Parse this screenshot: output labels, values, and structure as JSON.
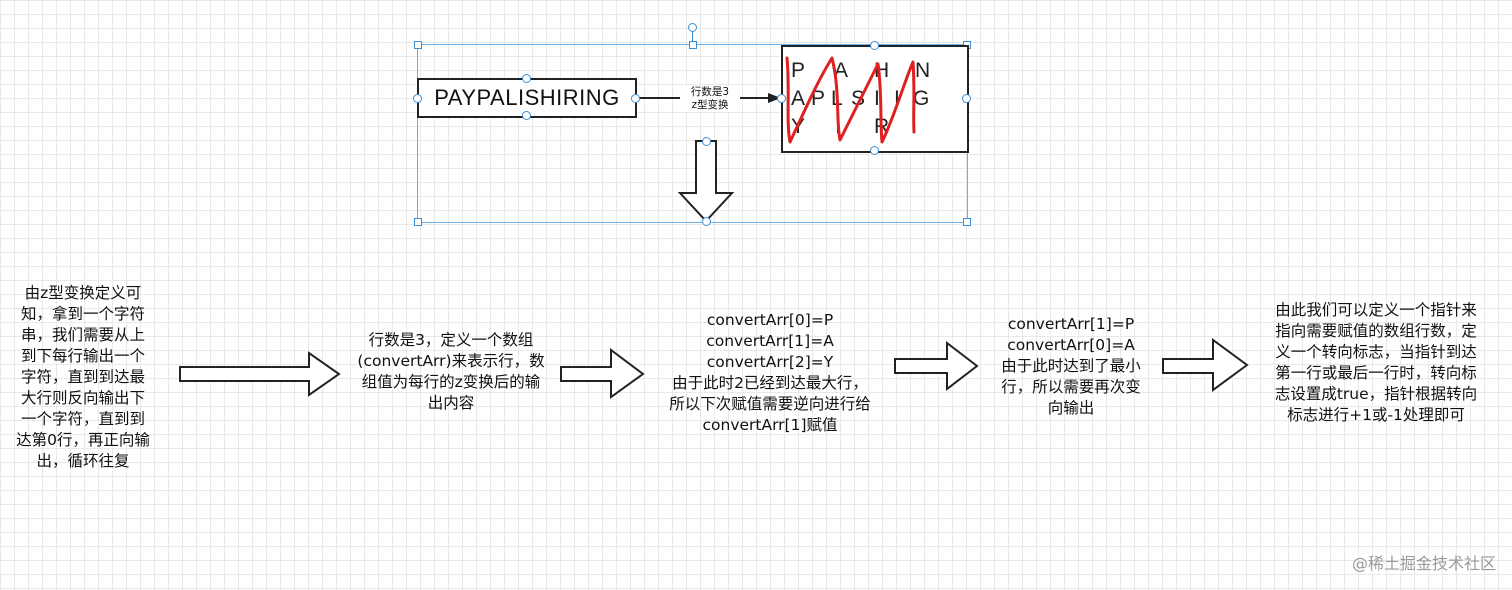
{
  "source_string": "PAYPALISHIRING",
  "edge_label": [
    "行数是3",
    "z型变换"
  ],
  "result_letters": [
    "P",
    "A",
    "H",
    "N",
    "A",
    "P",
    "L",
    "S",
    "I",
    "I",
    "G",
    "Y",
    "I",
    "R"
  ],
  "steps": [
    [
      "由z型变换定义可",
      "知，拿到一个字符",
      "串，我们需要从上",
      "到下每行输出一个",
      "字符，直到到达最",
      "大行则反向输出下",
      "一个字符，直到到",
      "达第0行，再正向输",
      "出，循环往复"
    ],
    [
      "行数是3，定义一个数组",
      "(convertArr)来表示行，数",
      "组值为每行的z变换后的输",
      "出内容"
    ],
    [
      "convertArr[0]=P",
      "convertArr[1]=A",
      "convertArr[2]=Y",
      "由于此时2已经到达最大行，",
      "所以下次赋值需要逆向进行给",
      "convertArr[1]赋值"
    ],
    [
      "convertArr[1]=P",
      "convertArr[0]=A",
      "由于此时达到了最小",
      "行，所以需要再次变",
      "向输出"
    ],
    [
      "由此我们可以定义一个指针来",
      "指向需要赋值的数组行数，定",
      "义一个转向标志，当指针到达",
      "第一行或最后一行时，转向标",
      "志设置成true，指针根据转向",
      "标志进行+1或-1处理即可"
    ]
  ],
  "watermark": "@稀土掘金技术社区",
  "colors": {
    "stroke": "#222222",
    "selection": "#3a8fd8",
    "scribble": "#e02020"
  }
}
